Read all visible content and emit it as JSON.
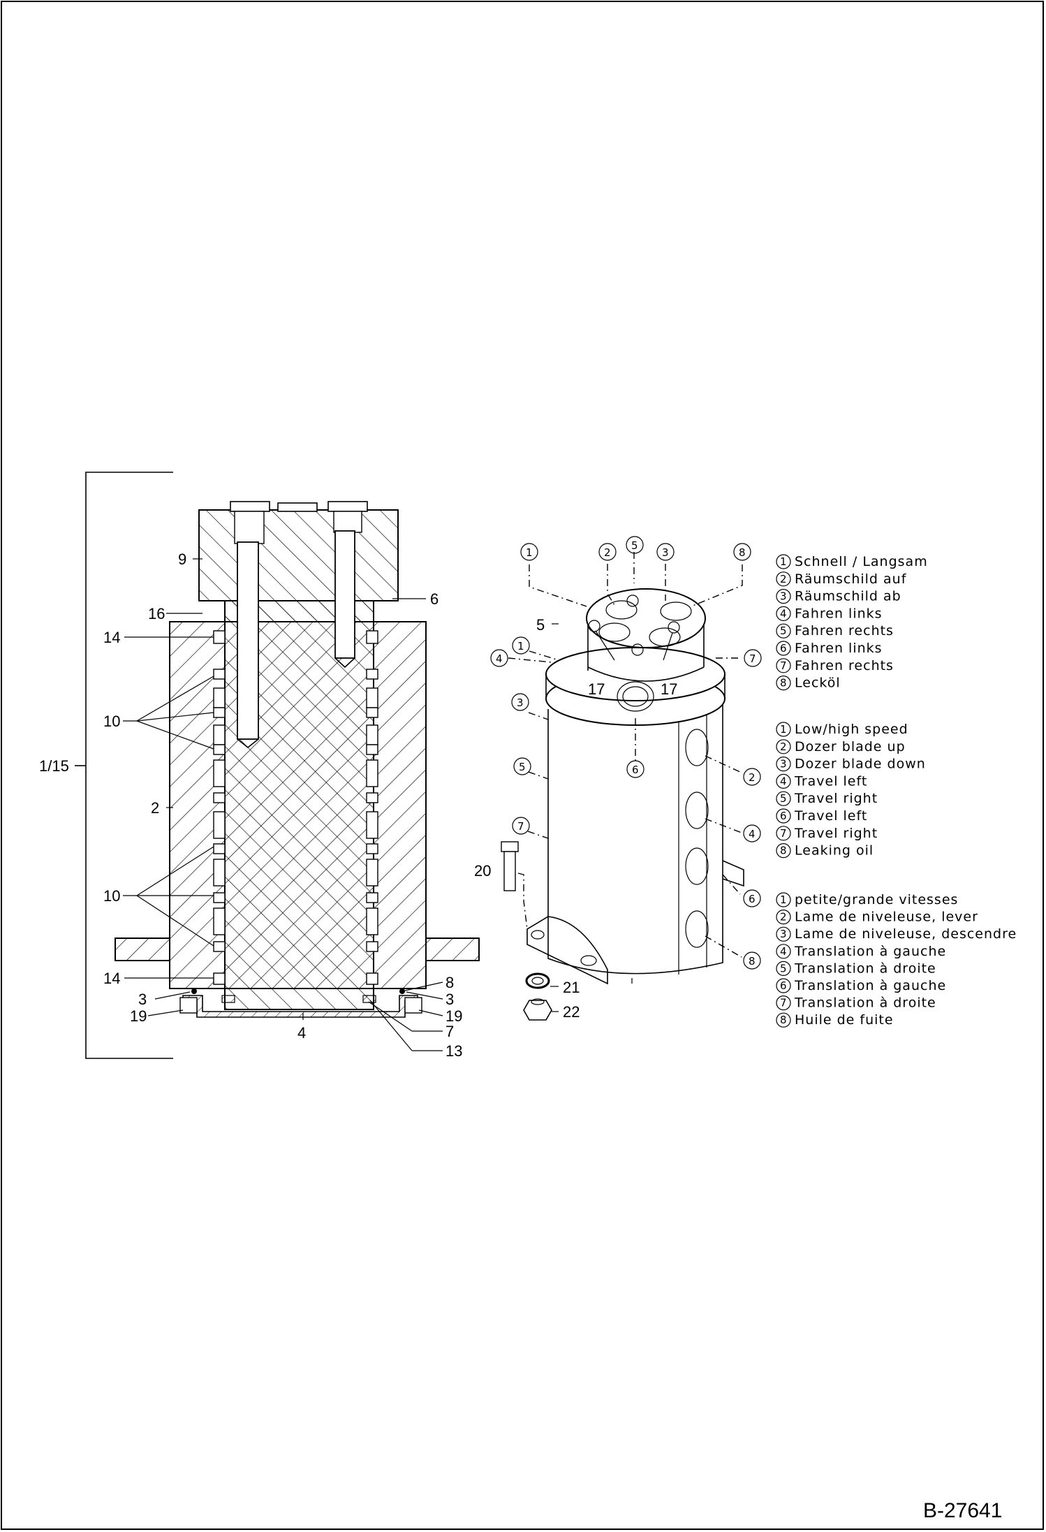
{
  "document_id": "B-27641",
  "section_view": {
    "assembly_label": "1/15",
    "part_labels": {
      "p9": "9",
      "p16": "16",
      "p6": "6",
      "p14a": "14",
      "p10a": "10",
      "p2": "2",
      "p10b": "10",
      "p14b": "14",
      "p3l": "3",
      "p19l": "19",
      "p4": "4",
      "p8": "8",
      "p3r": "3",
      "p19r": "19",
      "p7": "7",
      "p13": "13"
    }
  },
  "exterior_view": {
    "part_labels": {
      "p5": "5",
      "p17a": "17",
      "p17b": "17",
      "p20": "20",
      "p21": "21",
      "p22": "22"
    },
    "port_callouts": [
      "1",
      "2",
      "3",
      "4",
      "5",
      "6",
      "7",
      "8"
    ]
  },
  "legends": {
    "german": [
      {
        "num": "1",
        "text": "Schnell / Langsam"
      },
      {
        "num": "2",
        "text": "Räumschild auf"
      },
      {
        "num": "3",
        "text": "Räumschild ab"
      },
      {
        "num": "4",
        "text": "Fahren links"
      },
      {
        "num": "5",
        "text": "Fahren rechts"
      },
      {
        "num": "6",
        "text": "Fahren links"
      },
      {
        "num": "7",
        "text": "Fahren rechts"
      },
      {
        "num": "8",
        "text": "Lecköl"
      }
    ],
    "english": [
      {
        "num": "1",
        "text": "Low/high speed"
      },
      {
        "num": "2",
        "text": "Dozer blade up"
      },
      {
        "num": "3",
        "text": "Dozer blade down"
      },
      {
        "num": "4",
        "text": "Travel left"
      },
      {
        "num": "5",
        "text": "Travel right"
      },
      {
        "num": "6",
        "text": "Travel left"
      },
      {
        "num": "7",
        "text": "Travel right"
      },
      {
        "num": "8",
        "text": "Leaking oil"
      }
    ],
    "french": [
      {
        "num": "1",
        "text": "petite/grande vitesses"
      },
      {
        "num": "2",
        "text": "Lame de niveleuse, lever"
      },
      {
        "num": "3",
        "text": "Lame de niveleuse, descendre"
      },
      {
        "num": "4",
        "text": "Translation à gauche"
      },
      {
        "num": "5",
        "text": "Translation à droite"
      },
      {
        "num": "6",
        "text": "Translation à gauche"
      },
      {
        "num": "7",
        "text": "Translation à droite"
      },
      {
        "num": "8",
        "text": "Huile de fuite"
      }
    ]
  }
}
